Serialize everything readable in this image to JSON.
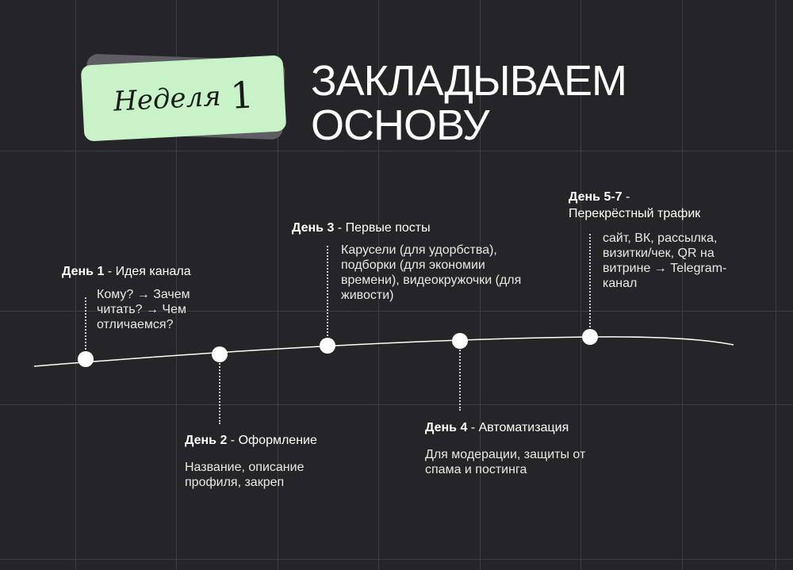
{
  "badge": {
    "text": "Неделя",
    "number": "1"
  },
  "title": {
    "line1": "ЗАКЛАДЫВАЕМ",
    "line2": "ОСНОВУ"
  },
  "steps": [
    {
      "day": "День 1",
      "sep": " - ",
      "name": "Идея канала",
      "desc": "Кому? → Зачем читать? → Чем отличаемся?"
    },
    {
      "day": "День 2",
      "sep": " - ",
      "name": "Оформление",
      "desc": "Название, описание профиля, закреп"
    },
    {
      "day": "День 3",
      "sep": " - ",
      "name": "Первые посты",
      "desc": "Карусели (для удорбства), подборки (для экономии времени), видеокружочки (для живости)"
    },
    {
      "day": "День 4",
      "sep": " - ",
      "name": "Автоматизация",
      "desc": "Для модерации, защиты от спама и постинга"
    },
    {
      "day": "День 5-7",
      "sep": " -",
      "name": "Перекрёстный трафик",
      "desc": "сайт, ВК, рассылка, визитки/чек, QR на витрине → Telegram-канал"
    }
  ]
}
